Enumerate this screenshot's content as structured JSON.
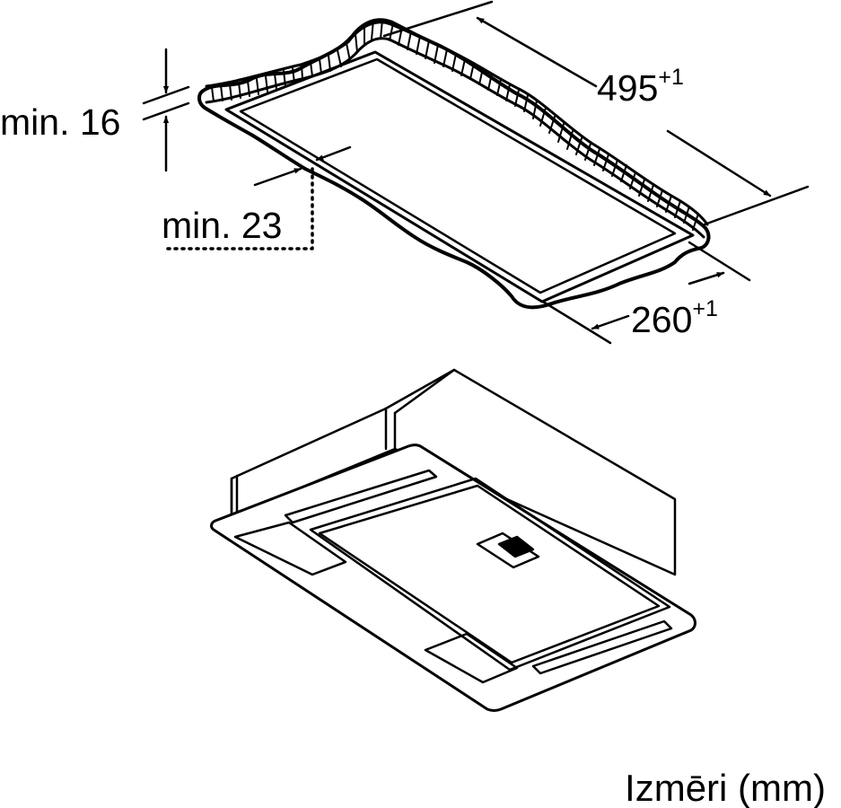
{
  "colors": {
    "stroke": "#000000",
    "background": "#ffffff"
  },
  "dimensions": {
    "length": {
      "value": "495",
      "tolerance": "+1"
    },
    "width": {
      "value": "260",
      "tolerance": "+1"
    },
    "min_thickness": "min. 16",
    "min_edge": "min. 23"
  },
  "units_label": "Izmēri (mm)"
}
